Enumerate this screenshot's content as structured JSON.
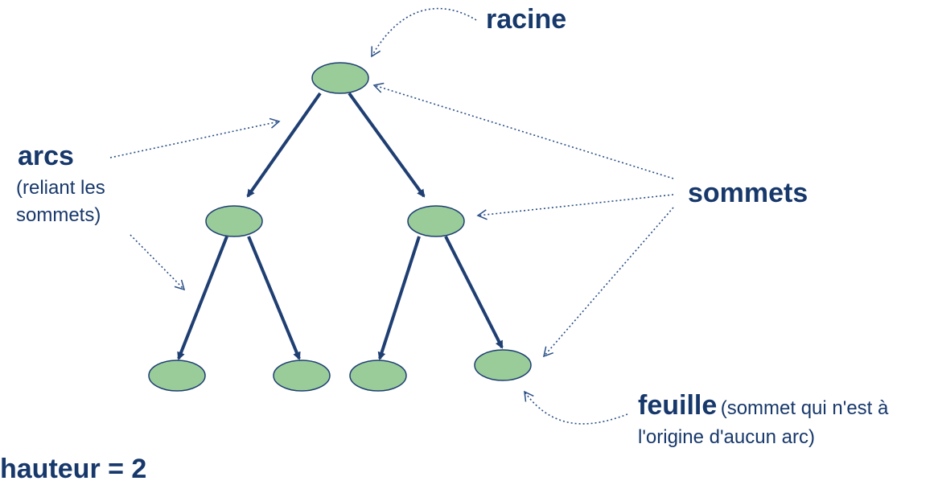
{
  "labels": {
    "root": "racine",
    "vertices": "sommets",
    "edges": "arcs",
    "edges_note_line1": "(reliant les",
    "edges_note_line2": "sommets)",
    "leaf": "feuille",
    "leaf_note_line1": "(sommet qui n'est à",
    "leaf_note_line2": "l'origine d'aucun arc)",
    "height": "hauteur = 2"
  },
  "tree": {
    "nodes": [
      {
        "id": "root",
        "level": 0
      },
      {
        "id": "left",
        "level": 1
      },
      {
        "id": "right",
        "level": 1
      },
      {
        "id": "left-left",
        "level": 2
      },
      {
        "id": "left-right",
        "level": 2
      },
      {
        "id": "right-left",
        "level": 2
      },
      {
        "id": "right-right",
        "level": 2
      }
    ],
    "edges": [
      {
        "from": "root",
        "to": "left"
      },
      {
        "from": "root",
        "to": "right"
      },
      {
        "from": "left",
        "to": "left-left"
      },
      {
        "from": "left",
        "to": "left-right"
      },
      {
        "from": "right",
        "to": "right-left"
      },
      {
        "from": "right",
        "to": "right-right"
      }
    ]
  },
  "colors": {
    "node_fill": "#99cc99",
    "node_stroke": "#1f3f73",
    "edge": "#1f3f73",
    "text": "#17386b"
  }
}
